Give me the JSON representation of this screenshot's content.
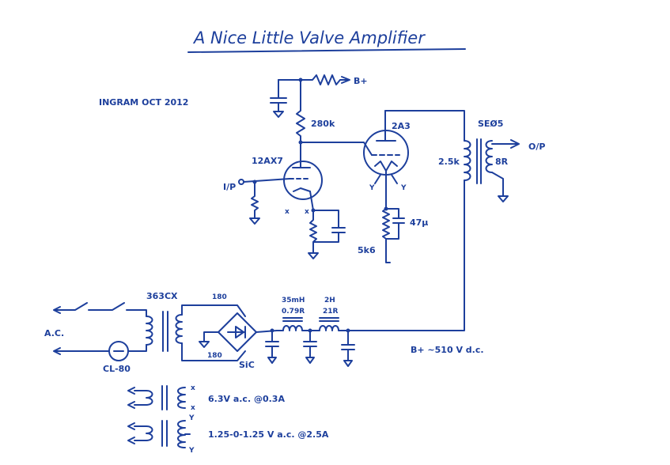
{
  "title": "A Nice Little Valve Amplifier",
  "author": "INGRAM OCT 2012",
  "labels": {
    "bplus_top": "B+",
    "r_plate": "280k",
    "v1": "12AX7",
    "v2": "2A3",
    "input": "I/P",
    "heater_x1": "x",
    "heater_x2": "x",
    "heater_y1": "Y",
    "heater_y2": "Y",
    "cap_cathode": "47μ",
    "r_cathode": "5k6",
    "otx": "SEØ5",
    "otx_primary": "2.5k",
    "otx_secondary": "8R",
    "output": "O/P",
    "ptx": "363CX",
    "ac": "A.C.",
    "fuse": "CL-80",
    "sec_a": "180",
    "sec_b": "180",
    "rect": "SiC",
    "choke1": "35mH",
    "choke1_r": "0.79R",
    "choke2": "2H",
    "choke2_r": "21R",
    "bplus_dc": "B+ ~510 V d.c.",
    "htx1": "6.3V a.c. @0.3A",
    "htx2": "1.25-0-1.25 V a.c. @2.5A",
    "hx_a": "x",
    "hx_b": "x",
    "hy_a": "Y",
    "hy_b": "Y"
  }
}
